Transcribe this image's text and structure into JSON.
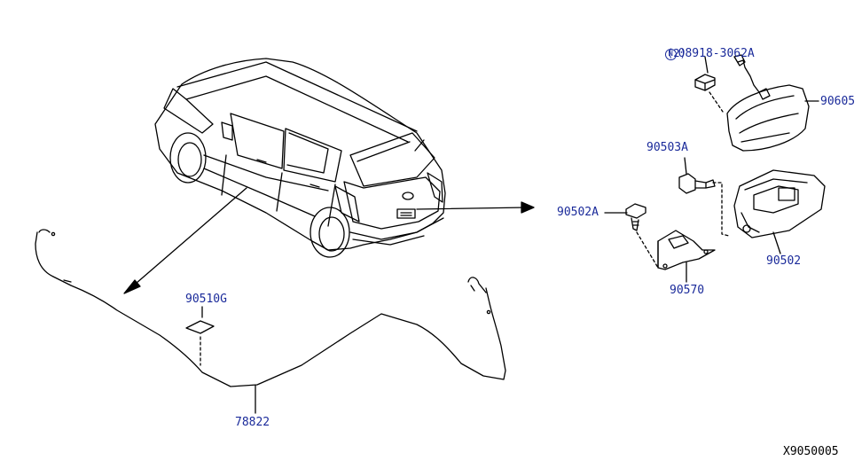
{
  "colors": {
    "line": "#000000",
    "label": "#1a2a9a",
    "background": "#ffffff"
  },
  "icons": {
    "nut_symbol": "N"
  },
  "parts": {
    "nut": {
      "number": "08918-3062A",
      "qty": "(2)"
    },
    "lamp": "90605",
    "bolt_screw": "90503A",
    "clip": "90502A",
    "switch": "90502",
    "bracket": "90570",
    "pad": "90510G",
    "harness": "78822"
  },
  "diagram_ref": "X9050005"
}
